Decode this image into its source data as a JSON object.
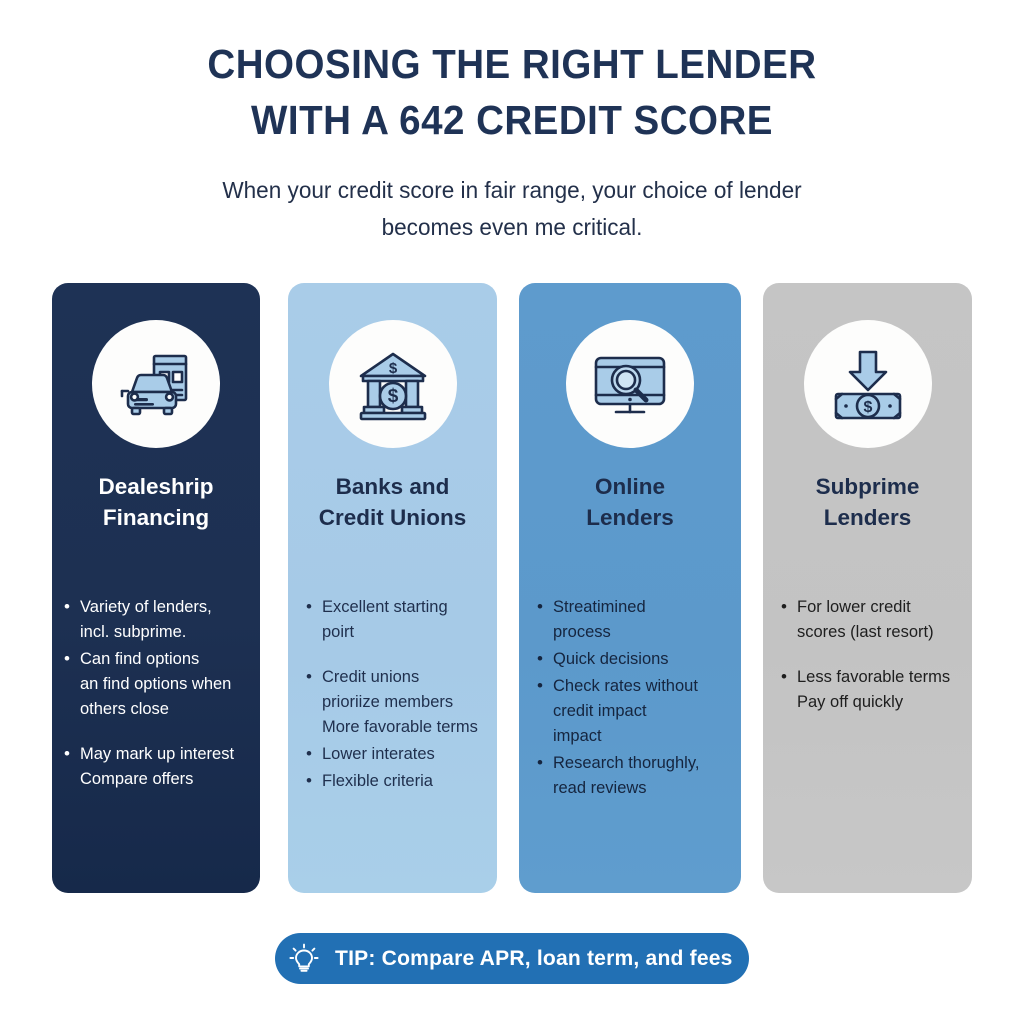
{
  "header": {
    "title_lines": [
      "CHOOSING THE RIGHT LENDER",
      "WITH A 642 CREDIT SCORE"
    ],
    "subtitle_lines": [
      "When your credit score in fair range, your choice of lender",
      "becomes even me critical."
    ]
  },
  "colors": {
    "title": "#1f3356",
    "card_dark_navy": "#1e3255",
    "card_light_blue": "#a9cce8",
    "card_mid_blue": "#5e9bcd",
    "card_gray": "#c5c5c5",
    "tip_banner": "#2270b4",
    "icon_fill": "#a9cce8",
    "icon_stroke": "#1d2d4c",
    "page_background": "#ffffff"
  },
  "cards": [
    {
      "id": "dealership-financing",
      "icon": "car-dealership-icon",
      "heading_lines": [
        "Dealeshrip",
        "Financing"
      ],
      "bullet_groups": [
        [
          {
            "text": "Variety of lenders,",
            "continuations": [
              "incl. subprime."
            ]
          },
          {
            "text": "Can find options",
            "continuations": [
              "an find options when",
              "others close"
            ]
          }
        ],
        [
          {
            "text": "May mark up interest",
            "continuations": [
              "Compare offers"
            ]
          }
        ]
      ]
    },
    {
      "id": "banks-and-credit-unions",
      "icon": "bank-dollar-icon",
      "heading_lines": [
        "Banks and",
        "Credit Unions"
      ],
      "bullet_groups": [
        [
          {
            "text": "Excellent starting",
            "continuations": [
              "poirt"
            ]
          }
        ],
        [
          {
            "text": "Credit unions",
            "continuations": [
              "prioriize members",
              "More favorable terms"
            ]
          },
          {
            "text": "Lower interates",
            "continuations": []
          },
          {
            "text": "Flexible criteria",
            "continuations": []
          }
        ]
      ]
    },
    {
      "id": "online-lenders",
      "icon": "monitor-search-icon",
      "heading_lines": [
        "Online",
        "Lenders"
      ],
      "bullet_groups": [
        [
          {
            "text": "Streatimined",
            "continuations": [
              "process"
            ]
          },
          {
            "text": "Quick decisions",
            "continuations": []
          },
          {
            "text": "Check rates without",
            "continuations": [
              "credit impact",
              "impact"
            ]
          },
          {
            "text": "Research thorughly,",
            "continuations": [
              "read reviews"
            ]
          }
        ]
      ]
    },
    {
      "id": "subprime-lenders",
      "icon": "money-down-arrow-icon",
      "heading_lines": [
        "Subprime",
        "Lenders"
      ],
      "bullet_groups": [
        [
          {
            "text": "For lower credit",
            "continuations": [
              "scores (last resort)"
            ]
          }
        ],
        [
          {
            "text": "Less favorable terms",
            "continuations": [
              "Pay off quickly"
            ]
          }
        ]
      ]
    }
  ],
  "tip": {
    "icon": "lightbulb-icon",
    "label": "TIP: Compare APR, loan term, and fees"
  }
}
